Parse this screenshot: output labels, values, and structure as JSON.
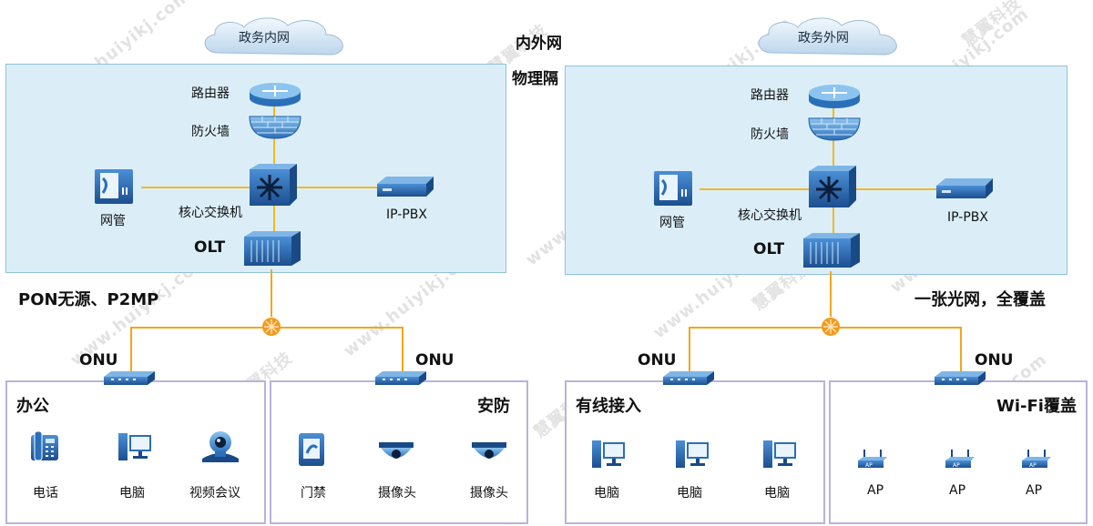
{
  "center_label_1": "内外网",
  "center_label_2": "物理隔",
  "left": {
    "cloud": "政务内网",
    "router": "路由器",
    "firewall": "防火墙",
    "nms": "网管",
    "core": "核心交换机",
    "pbx": "IP-PBX",
    "olt": "OLT",
    "tagline": "PON无源、P2MP",
    "onu_a": "ONU",
    "onu_b": "ONU",
    "zone_a": {
      "title": "办公",
      "items": [
        "电话",
        "电脑",
        "视频会议"
      ]
    },
    "zone_b": {
      "title": "安防",
      "items": [
        "门禁",
        "摄像头",
        "摄像头"
      ]
    }
  },
  "right": {
    "cloud": "政务外网",
    "router": "路由器",
    "firewall": "防火墙",
    "nms": "网管",
    "core": "核心交换机",
    "pbx": "IP-PBX",
    "olt": "OLT",
    "tagline": "一张光网，全覆盖",
    "onu_a": "ONU",
    "onu_b": "ONU",
    "zone_a": {
      "title": "有线接入",
      "items": [
        "电脑",
        "电脑",
        "电脑"
      ]
    },
    "zone_b": {
      "title": "Wi-Fi覆盖",
      "items": [
        "AP",
        "AP",
        "AP"
      ]
    }
  },
  "watermark_text": "www.huiyikj.com",
  "watermark_brand": "慧翼科技",
  "colors": {
    "panel": "#dbeef8",
    "wire": "#f2b824",
    "splitter": "#f39a1c",
    "device": "#2a6fb8"
  }
}
